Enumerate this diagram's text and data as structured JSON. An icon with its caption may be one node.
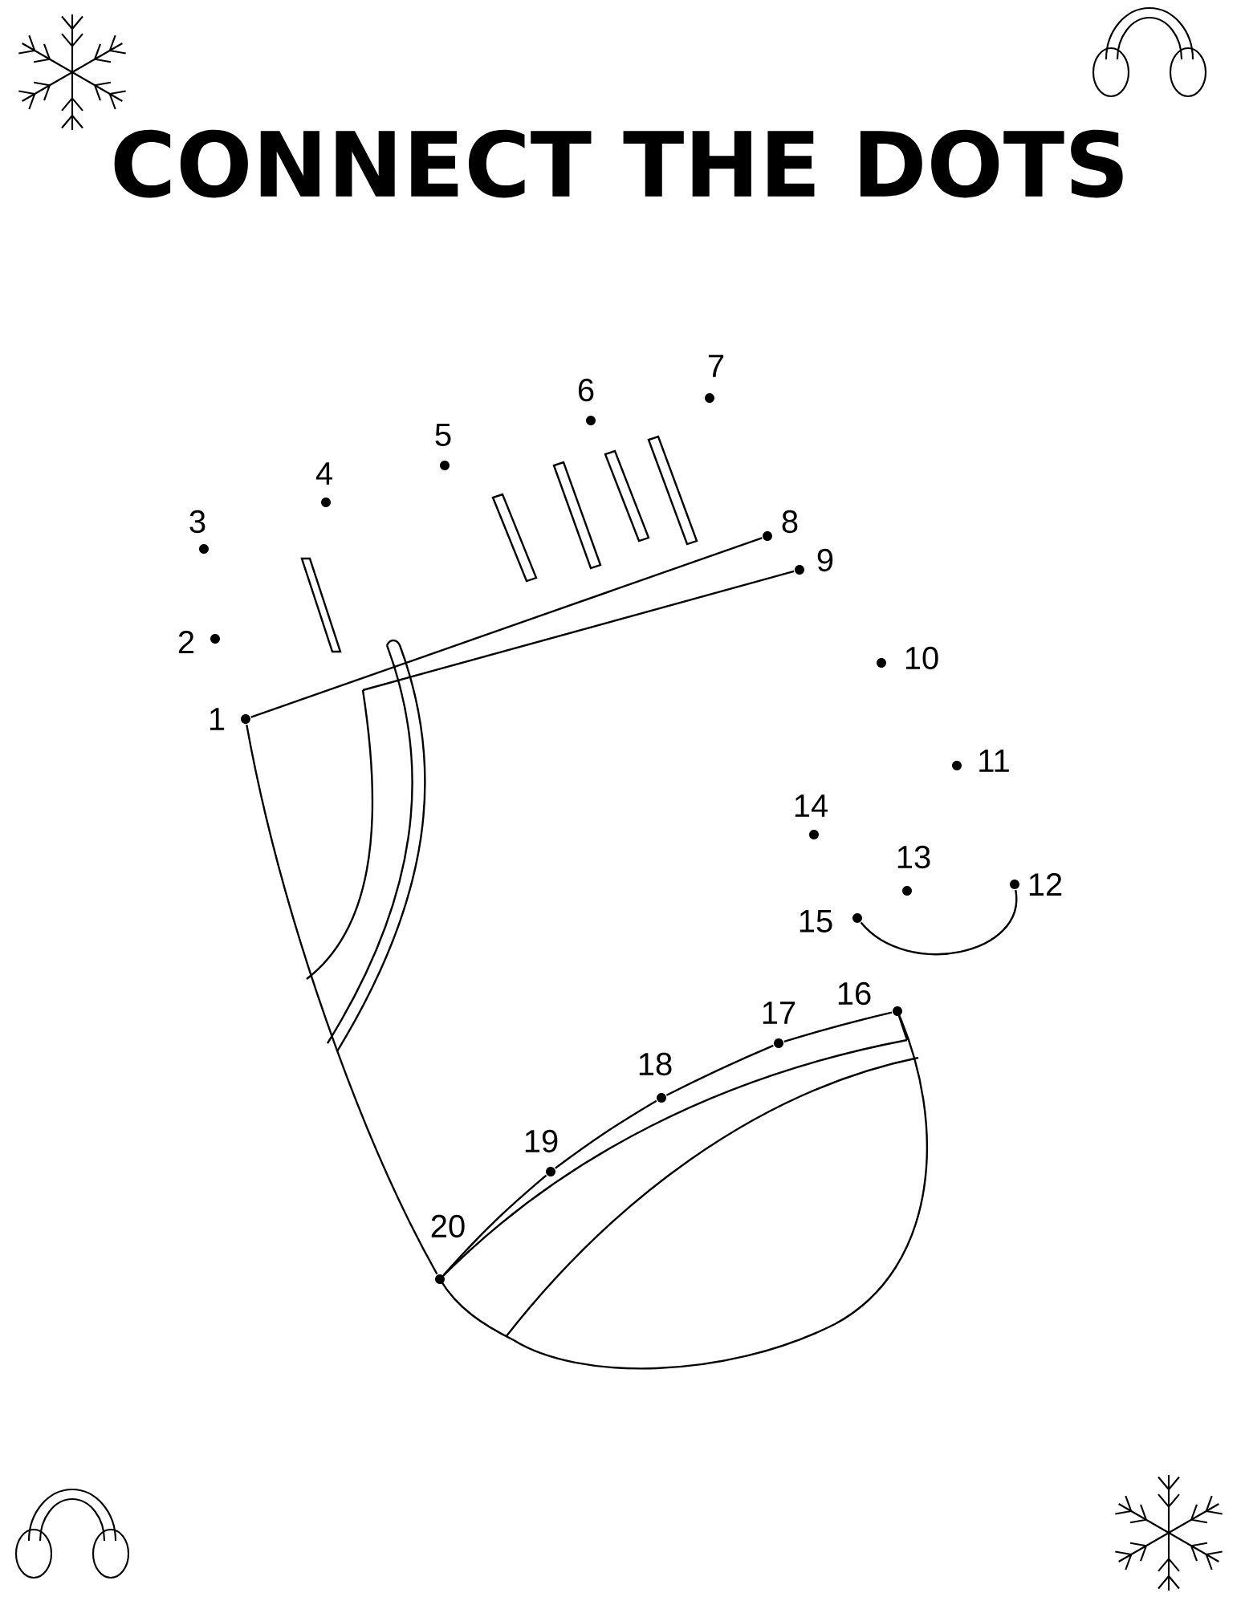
{
  "diagram": {
    "title": "CONNECT THE DOTS",
    "nodes": [
      {
        "text": [],
        "shape": "circle",
        "beside": [
          "1"
        ]
      },
      {
        "text": [],
        "shape": "circle",
        "beside": [
          "2"
        ]
      },
      {
        "text": [],
        "shape": "circle",
        "beside": [
          "3"
        ]
      },
      {
        "text": [],
        "shape": "circle",
        "beside": [
          "4"
        ]
      },
      {
        "text": [],
        "shape": "circle",
        "beside": [
          "5"
        ]
      },
      {
        "text": [],
        "shape": "circle",
        "beside": [
          "6"
        ]
      },
      {
        "text": [],
        "shape": "circle",
        "beside": [
          "7"
        ]
      },
      {
        "text": [],
        "shape": "circle",
        "beside": [
          "8"
        ]
      },
      {
        "text": [],
        "shape": "circle",
        "beside": [
          "9"
        ]
      },
      {
        "text": [],
        "shape": "circle",
        "beside": [
          "10"
        ]
      },
      {
        "text": [],
        "shape": "circle",
        "beside": [
          "11"
        ]
      },
      {
        "text": [],
        "shape": "circle",
        "beside": [
          "12"
        ]
      },
      {
        "text": [],
        "shape": "circle",
        "beside": [
          "13"
        ]
      },
      {
        "text": [],
        "shape": "circle",
        "beside": [
          "14"
        ]
      },
      {
        "text": [],
        "shape": "circle",
        "beside": [
          "15"
        ]
      },
      {
        "text": [],
        "shape": "circle",
        "beside": [
          "16"
        ]
      },
      {
        "text": [],
        "shape": "circle",
        "beside": [
          "17"
        ]
      },
      {
        "text": [],
        "shape": "circle",
        "beside": [
          "18"
        ]
      },
      {
        "text": [],
        "shape": "circle",
        "beside": [
          "19"
        ]
      },
      {
        "text": [],
        "shape": "circle",
        "beside": [
          "20"
        ]
      }
    ],
    "edges": [
      {
        "from": 0,
        "to": 7,
        "arrow": "none"
      },
      {
        "from": 0,
        "to": 19,
        "arrow": "none"
      },
      {
        "from": 14,
        "to": 11,
        "arrow": "none"
      },
      {
        "from": 19,
        "to": 18,
        "arrow": "none"
      },
      {
        "from": 18,
        "to": 17,
        "arrow": "none"
      },
      {
        "from": 17,
        "to": 16,
        "arrow": "none"
      },
      {
        "from": 16,
        "to": 15,
        "arrow": "none"
      },
      {
        "from": 8,
        "to": null,
        "arrow": "none"
      }
    ]
  }
}
